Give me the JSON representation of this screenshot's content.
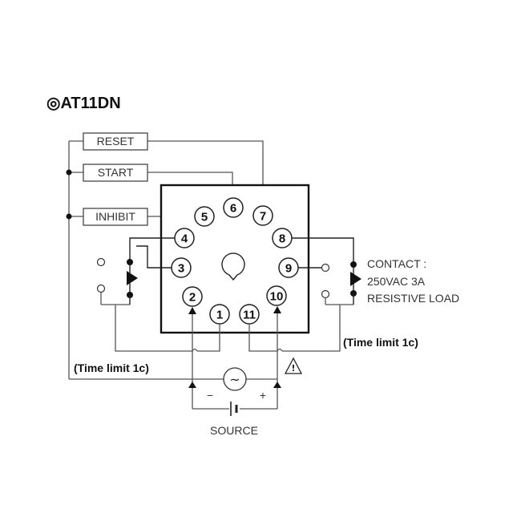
{
  "title": "◎AT11DN",
  "inputs": {
    "reset": "RESET",
    "start": "START",
    "inhibit": "INHIBIT"
  },
  "pins": [
    "1",
    "2",
    "3",
    "4",
    "5",
    "6",
    "7",
    "8",
    "9",
    "10",
    "11"
  ],
  "contact": {
    "line1": "CONTACT :",
    "line2": "250VAC 3A",
    "line3": "RESISTIVE LOAD"
  },
  "time_limit_right": "(Time limit 1c)",
  "time_limit_left": "(Time limit 1c)",
  "source": {
    "label": "SOURCE",
    "minus": "−",
    "plus": "+",
    "ac_symbol": "~",
    "warning_symbol": "!"
  }
}
